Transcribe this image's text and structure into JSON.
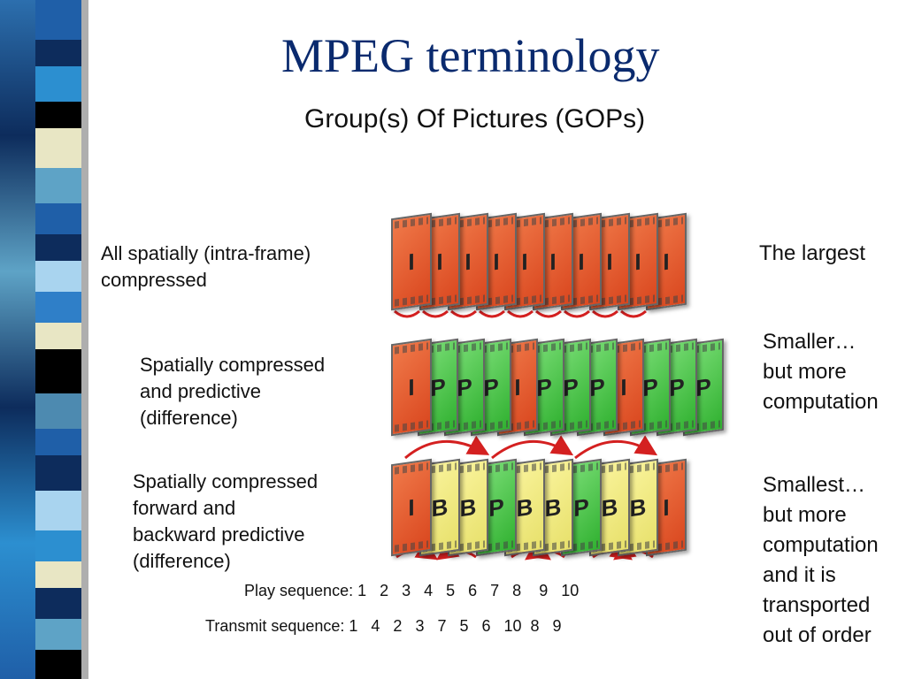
{
  "title": "MPEG terminology",
  "subtitle": "Group(s) Of Pictures (GOPs)",
  "rows": [
    {
      "description": [
        "All spatially (intra-frame)",
        "compressed"
      ],
      "frames": [
        "I",
        "I",
        "I",
        "I",
        "I",
        "I",
        "I",
        "I",
        "I",
        "I"
      ],
      "note": [
        "The largest"
      ]
    },
    {
      "description": [
        "Spatially compressed",
        "and predictive",
        "(difference)"
      ],
      "frames": [
        "I",
        "P",
        "P",
        "P",
        "I",
        "P",
        "P",
        "P",
        "I",
        "P",
        "P",
        "P"
      ],
      "note": [
        "Smaller…",
        "but more",
        "computation"
      ]
    },
    {
      "description": [
        "Spatially compressed",
        "forward and",
        "backward predictive",
        "(difference)"
      ],
      "frames": [
        "I",
        "B",
        "B",
        "P",
        "B",
        "B",
        "P",
        "B",
        "B",
        "I"
      ],
      "note": [
        "Smallest…",
        "but more",
        "computation",
        "and it is",
        "transported",
        "out of order"
      ]
    }
  ],
  "play_sequence": "Play sequence: 1   2   3   4   5   6   7   8    9   10",
  "transmit_sequence": "Transmit sequence: 1   4   2   3   7   5   6   10  8   9",
  "colors": {
    "title": "#0a2a6e",
    "I_frame": "#e2572a",
    "P_frame": "#45c04a",
    "B_frame": "#eee77a",
    "arrow": "#d42020"
  }
}
